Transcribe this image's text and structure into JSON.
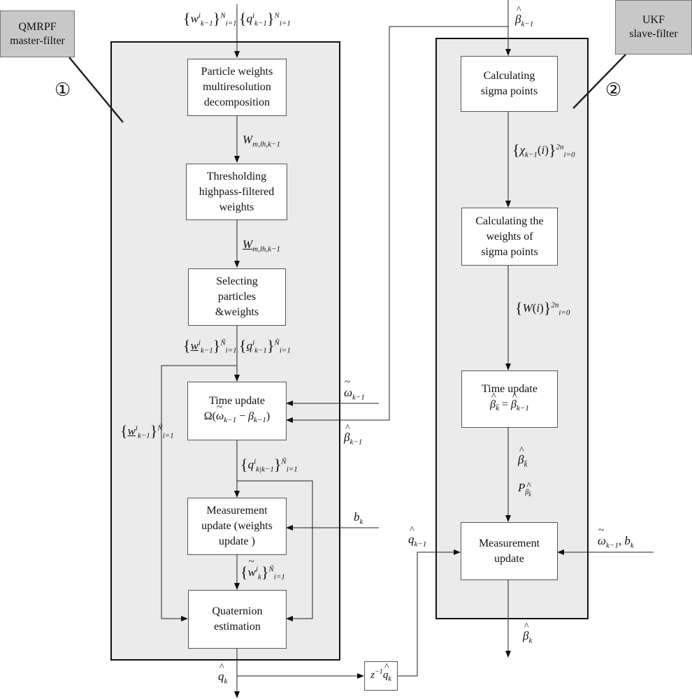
{
  "master_tag": "QMRPF\nmaster-filter",
  "slave_tag": "UKF\nslave-filter",
  "master_number": "①",
  "slave_number": "②",
  "master_boxes": {
    "decomposition": "Particle weights\nmultiresolution\ndecomposition",
    "thresholding": "Thresholding\nhighpass-filtered\nweights",
    "selecting": "Selecting\nparticles\n&weights",
    "time_update": "Time update",
    "measurement_update": "Measurement\nupdate (weights\nupdate )",
    "quaternion_estimation": "Quaternion\nestimation"
  },
  "slave_boxes": {
    "sigma_points": "Calculating\nsigma points",
    "sigma_weights": "Calculating  the\nweights of\nsigma points",
    "time_update": "Time update",
    "measurement_update": "Measurement\nupdate"
  },
  "labels": {
    "delay": "z⁻¹q̂k",
    "input_weights": "{w^i_k-1}^N_i=1",
    "input_particles": "{q^i_k-1}^N_i=1",
    "omega_in": "ω̃k-1",
    "beta_in": "β̂k-1",
    "bk": "bk",
    "q_out": "q̂k",
    "beta_out": "β̂k",
    "slave_meas_in": "ω̃k-1, bk",
    "slave_q_in": "q̂k-1"
  }
}
